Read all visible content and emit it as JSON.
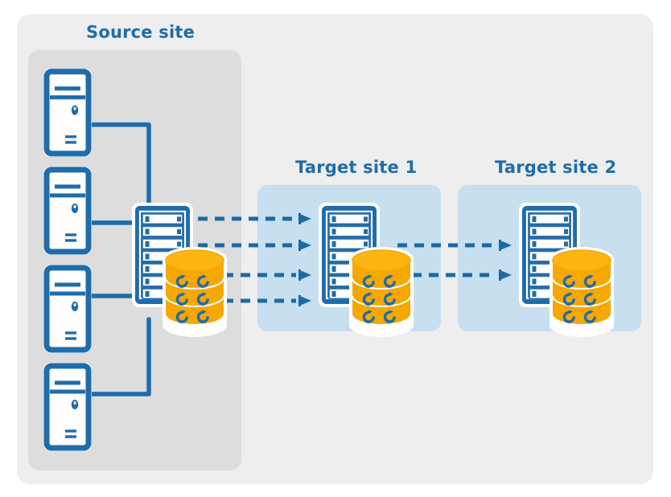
{
  "diagram": {
    "title_alt": "Data replication from a source site to two target sites",
    "background_color": "#ffffff",
    "panel_color": "#eeeeee",
    "source_panel_color": "#dddddd",
    "target_panel_color": "#c8dff0",
    "accent_blue": "#1f6cab",
    "arrow_blue": "#1b6aa5",
    "database_yellow": "#f5a800",
    "icon_white": "#ffffff"
  },
  "sites": {
    "source": {
      "label": "Source site",
      "workstation_count": 4,
      "workstations": [
        {
          "name": "workstation-1"
        },
        {
          "name": "workstation-2"
        },
        {
          "name": "workstation-3"
        },
        {
          "name": "workstation-4"
        }
      ],
      "server": {
        "name": "source-server",
        "rack_slots": 7,
        "database_bands": 3,
        "sync_icons_per_band": 2
      }
    },
    "target1": {
      "label": "Target site 1",
      "server": {
        "name": "target1-server",
        "rack_slots": 7,
        "database_bands": 3,
        "sync_icons_per_band": 2
      },
      "incoming_arrows": 4,
      "outgoing_arrows": 2
    },
    "target2": {
      "label": "Target site 2",
      "server": {
        "name": "target2-server",
        "rack_slots": 7,
        "database_bands": 3,
        "sync_icons_per_band": 2
      },
      "incoming_arrows": 2,
      "outgoing_arrows": 0
    }
  },
  "connections": {
    "source_to_target1": {
      "style": "dashed-arrow",
      "count": 4
    },
    "target1_to_target2": {
      "style": "dashed-arrow",
      "count": 2
    },
    "workstation_to_server": {
      "style": "solid-elbow",
      "count": 4
    }
  },
  "icons": {
    "workstation": "desktop-tower-icon",
    "server": "server-rack-icon",
    "database": "database-cylinder-icon",
    "sync": "sync-refresh-icon",
    "arrow": "dashed-arrow-icon"
  }
}
